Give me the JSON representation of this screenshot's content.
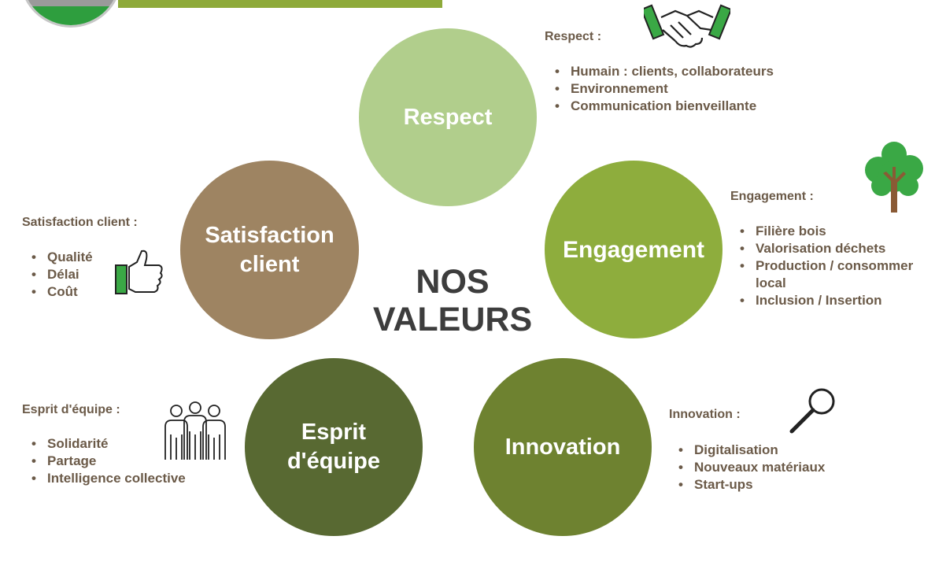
{
  "title": [
    "NOS",
    "VALEURS"
  ],
  "circles": {
    "respect": [
      "Respect"
    ],
    "satisfaction": [
      "Satisfaction",
      "client"
    ],
    "engagement": [
      "Engagement"
    ],
    "esprit": [
      "Esprit",
      "d'équipe"
    ],
    "innovation": [
      "Innovation"
    ]
  },
  "sections": {
    "respect": {
      "label": "Respect :",
      "items": [
        "Humain : clients, collaborateurs",
        "Environnement",
        "Communication bienveillante"
      ]
    },
    "satisfaction": {
      "label": "Satisfaction client :",
      "items": [
        "Qualité",
        "Délai",
        "Coût"
      ]
    },
    "engagement": {
      "label": "Engagement :",
      "items": [
        "Filière bois",
        "Valorisation déchets",
        "Production / consommer",
        "local",
        "Inclusion / Insertion"
      ]
    },
    "esprit": {
      "label": "Esprit d'équipe :",
      "items": [
        "Solidarité",
        "Partage",
        "Intelligence collective"
      ]
    },
    "innovation": {
      "label": "Innovation :",
      "items": [
        "Digitalisation",
        "Nouveaux matériaux",
        "Start-ups"
      ]
    }
  },
  "colors": {
    "respect": "#b1ce8c",
    "satisfaction": "#9e8462",
    "engagement": "#8ead3d",
    "esprit": "#586932",
    "innovation": "#6e8230",
    "text": "#6b5a48",
    "title": "#3d3d3d"
  },
  "icons": {
    "respect": "handshake-icon",
    "satisfaction": "thumbs-up-icon",
    "engagement": "tree-icon",
    "esprit": "team-icon",
    "innovation": "magnifier-icon"
  }
}
